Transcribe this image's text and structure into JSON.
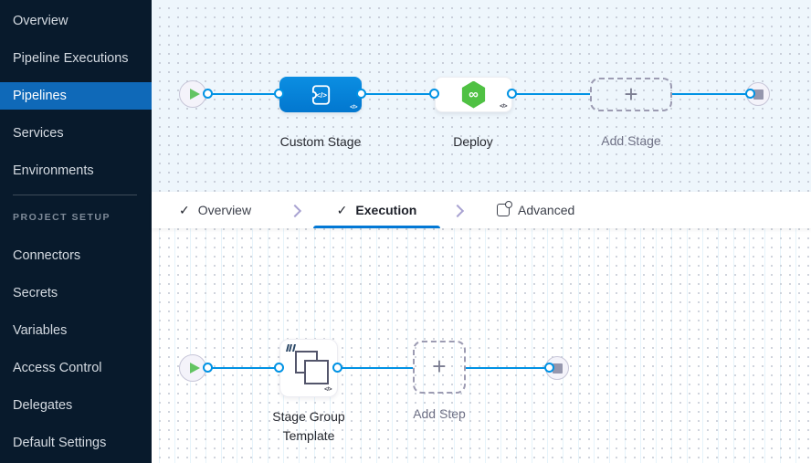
{
  "sidebar": {
    "items": [
      {
        "label": "Overview",
        "active": false
      },
      {
        "label": "Pipeline Executions",
        "active": false
      },
      {
        "label": "Pipelines",
        "active": true
      },
      {
        "label": "Services",
        "active": false
      },
      {
        "label": "Environments",
        "active": false
      }
    ],
    "section_label": "PROJECT SETUP",
    "setup_items": [
      {
        "label": "Connectors"
      },
      {
        "label": "Secrets"
      },
      {
        "label": "Variables"
      },
      {
        "label": "Access Control"
      },
      {
        "label": "Delegates"
      },
      {
        "label": "Default Settings"
      }
    ]
  },
  "tabs": {
    "items": [
      {
        "label": "Overview",
        "state": "completed"
      },
      {
        "label": "Execution",
        "state": "active"
      },
      {
        "label": "Advanced",
        "state": "default"
      }
    ]
  },
  "stage_canvas": {
    "nodes": [
      {
        "type": "start",
        "icon": "play-icon"
      },
      {
        "type": "stage",
        "label": "Custom Stage",
        "icon": "custom-stage-icon",
        "color": "#0582da"
      },
      {
        "type": "stage",
        "label": "Deploy",
        "icon": "cd-hexagon-icon",
        "color": "#4fc143"
      },
      {
        "type": "add-button",
        "label": "Add Stage",
        "icon": "plus-icon"
      },
      {
        "type": "end",
        "icon": "stop-icon"
      }
    ]
  },
  "execution_canvas": {
    "nodes": [
      {
        "type": "start",
        "icon": "play-icon"
      },
      {
        "type": "step",
        "label": "Stage Group Template",
        "icon": "stage-group-icon",
        "badge": "template-badge-icon"
      },
      {
        "type": "add-button",
        "label": "Add Step",
        "icon": "plus-icon"
      },
      {
        "type": "end",
        "icon": "stop-icon"
      }
    ]
  },
  "icons": {
    "check": "✓",
    "plus": "+",
    "infinity": "∞",
    "code": "</>"
  },
  "colors": {
    "sidebar_bg": "#081a2c",
    "sidebar_active_bg": "#0f69b8",
    "connector_line": "#0092e4",
    "stage_blue": "#0582da",
    "deploy_green": "#4fc143",
    "tab_accent": "#0278d5",
    "stage_canvas_bg": "#eef6fc"
  }
}
